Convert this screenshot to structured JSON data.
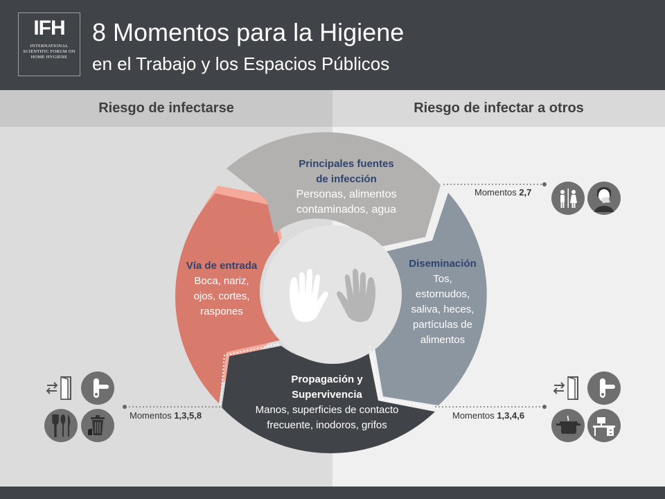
{
  "header": {
    "logo_text": "IFH",
    "logo_sub": "INTERNATIONAL SCIENTIFIC FORUM ON HOME HYGIENE",
    "title": "8 Momentos para la Higiene",
    "subtitle": "en el Trabajo y los Espacios Públicos"
  },
  "columns": {
    "left_title": "Riesgo de infectarse",
    "right_title": "Riesgo de infectar a otros"
  },
  "segments": {
    "sources": {
      "title_1": "Principales fuentes",
      "title_2": "de infección",
      "body_1": "Personas, alimentos",
      "body_2": "contaminados, agua",
      "color": "#b3b0b0"
    },
    "dissemination": {
      "title": "Diseminación",
      "body_1": "Tos,",
      "body_2": "estornudos,",
      "body_3": "saliva, heces,",
      "body_4": "partículas de",
      "body_5": "alimentos",
      "color": "#8c96a1"
    },
    "propagation": {
      "title_1": "Propagación y",
      "title_2": "Supervivencia",
      "body_1": "Manos, superficies de contacto",
      "body_2": "frecuente, inodoros, grifos",
      "color": "#404347"
    },
    "entry": {
      "title": "Vía de entrada",
      "body_1": "Boca, nariz,",
      "body_2": "ojos, cortes,",
      "body_3": "raspones",
      "color": "#d97b6c"
    }
  },
  "moments": {
    "top_right": {
      "label": "Momentos ",
      "value": "2,7"
    },
    "bottom_right": {
      "label": "Momentos ",
      "value": "1,3,4,6"
    },
    "bottom_left": {
      "label": "Momentos ",
      "value": "1,3,5,8"
    }
  },
  "icons": {
    "top_right": [
      "toilet-sign-icon",
      "person-coughing-icon"
    ],
    "bottom_right": [
      "door-exit-icon",
      "door-handle-icon",
      "cooking-pot-icon",
      "office-desk-icon"
    ],
    "bottom_left": [
      "door-exit-icon",
      "door-handle-icon",
      "cutlery-icon",
      "trash-bin-icon"
    ]
  }
}
